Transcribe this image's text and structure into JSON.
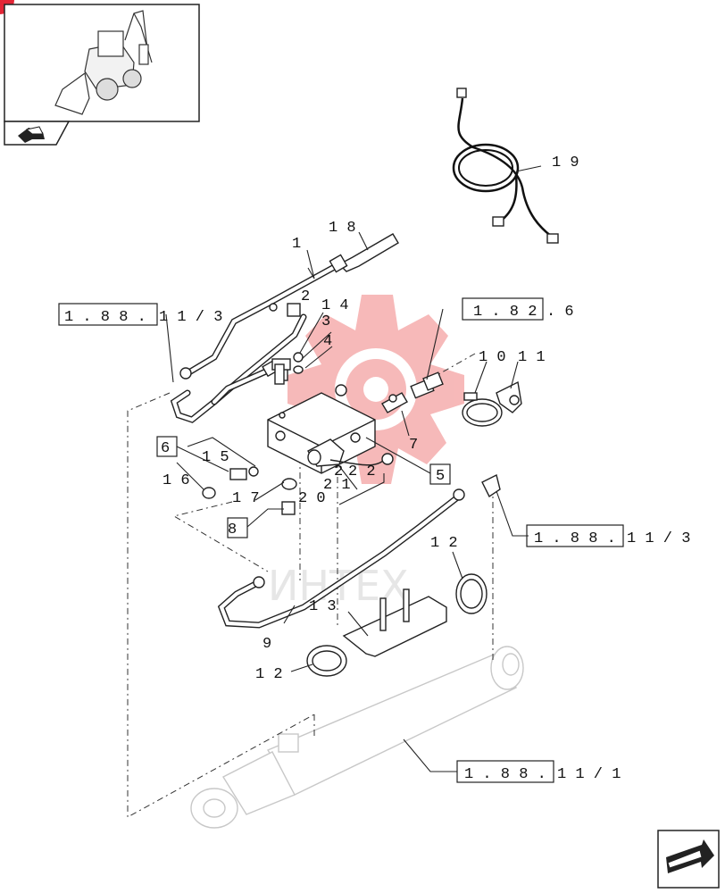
{
  "callouts": {
    "c1": "1",
    "c2a": "2",
    "c3": "3",
    "c4": "4",
    "c5": "5",
    "c6": "6",
    "c7": "7",
    "c8": "8",
    "c9": "9",
    "c10": "1 0",
    "c11": "1 1",
    "c12a": "1 2",
    "c12b": "1 2",
    "c13": "1 3",
    "c14": "1 4",
    "c15": "1 5",
    "c16": "1 6",
    "c17": "1 7",
    "c18": "1 8",
    "c19": "1 9",
    "c20": "2 0",
    "c21": "2 1",
    "c2b": "2",
    "c22": "2 2"
  },
  "references": {
    "ref_left_box": "1 . 8 8 .",
    "ref_left_tail": "1 1 /   3",
    "ref_top_box": "1 . 8 2",
    "ref_top_tail": ". 6",
    "ref_right_box": "1 . 8 8 .",
    "ref_right_tail": "1 1 /   3",
    "ref_bottom_box": "1 . 8 8 .",
    "ref_bottom_tail": "1 1 /   1"
  },
  "watermark": "ИНТЕХ",
  "colors": {
    "watermark": "#f08080",
    "logo_red": "#e32636",
    "line": "#222222"
  },
  "icons": {
    "thumbnail": "backhoe-loader-icon",
    "nav_prev": "previous-page-arrow-icon",
    "nav_next": "next-page-arrow-icon"
  }
}
